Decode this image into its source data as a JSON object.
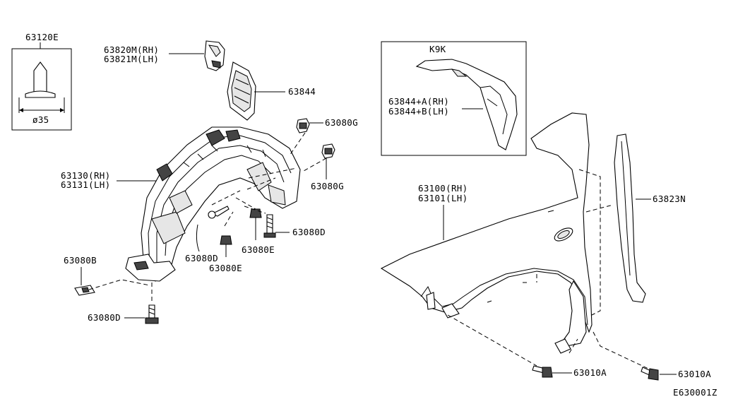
{
  "labels": {
    "clip": "63120E",
    "clip_dim": "ø35",
    "bracket_rh": "63820M(RH)",
    "bracket_lh": "63821M(LH)",
    "seal": "63844",
    "grommet_top": "63080G",
    "grommet_mid": "63080G",
    "liner_rh": "63130(RH)",
    "liner_lh": "63131(LH)",
    "screw_d_right": "63080D",
    "screw_e_right": "63080E",
    "screw_d_center": "63080D",
    "screw_e_center": "63080E",
    "nut_b": "63080B",
    "screw_d_bottom": "63080D",
    "inset_code": "K9K",
    "inset_rh": "63844+A(RH)",
    "inset_lh": "63844+B(LH)",
    "fender_rh": "63100(RH)",
    "fender_lh": "63101(LH)",
    "side_seal": "63823N",
    "bolt_a1": "63010A",
    "bolt_a2": "63010A",
    "diagram_id": "E630001Z"
  }
}
